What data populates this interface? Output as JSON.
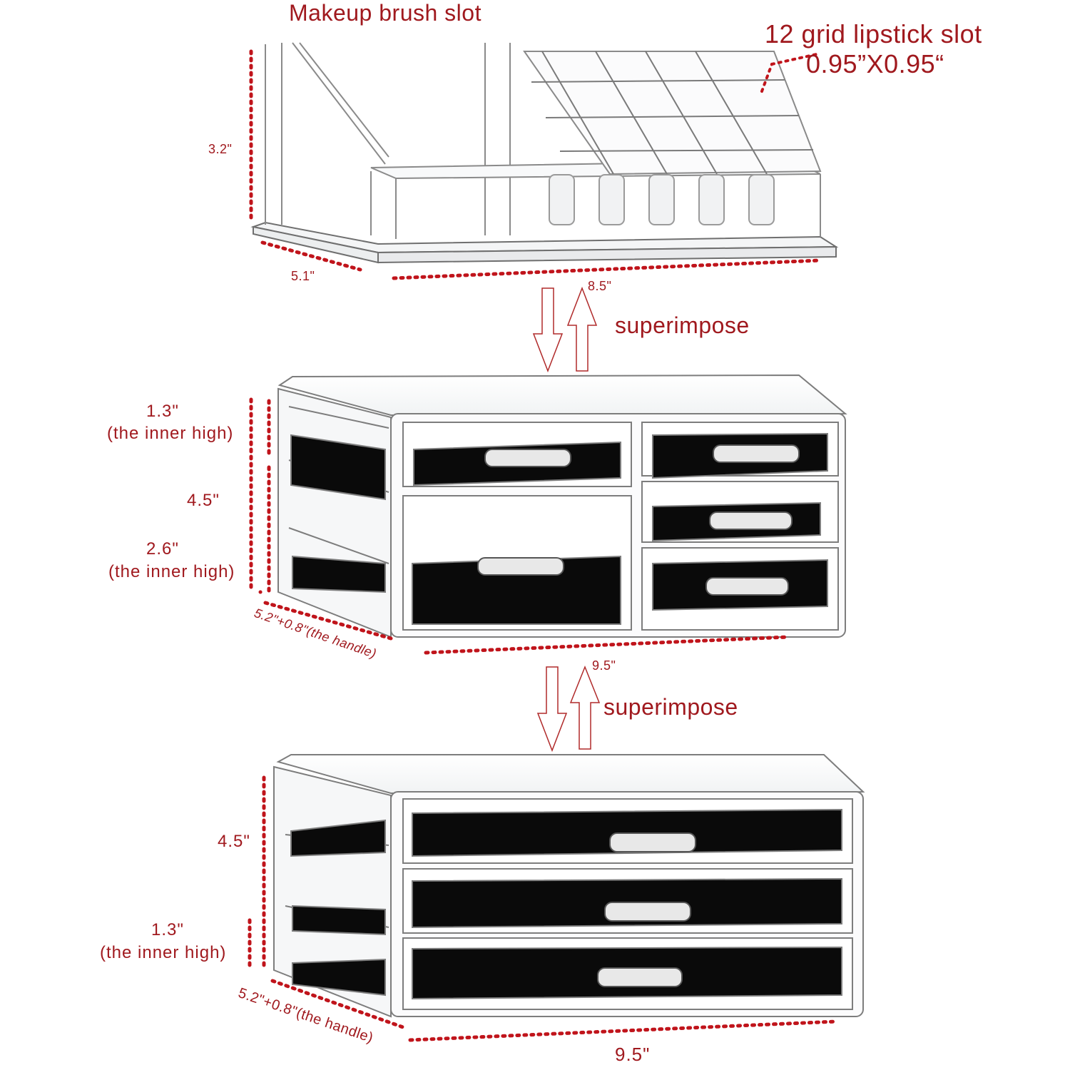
{
  "labels": {
    "brush_slot": "Makeup brush slot",
    "lipstick_slot": "12 grid lipstick slot",
    "lipstick_size": "0.95”X0.95“",
    "top_height": "3.2\"",
    "top_depth": "5.1\"",
    "top_width": "8.5\"",
    "superimpose_1": "superimpose",
    "superimpose_2": "superimpose",
    "mid_inner_high_small_value": "1.3\"",
    "mid_inner_high_small_note": "(the inner high)",
    "mid_height": "4.5\"",
    "mid_inner_high_large_value": "2.6\"",
    "mid_inner_high_large_note": "(the inner high)",
    "mid_depth": "5.2\"+0.8\"(the handle)",
    "mid_width": "9.5\"",
    "bot_height": "4.5\"",
    "bot_inner_high_value": "1.3\"",
    "bot_inner_high_note": "(the inner high)",
    "bot_depth": "5.2\"+0.8\"(the handle)",
    "bot_width": "9.5\""
  },
  "colors": {
    "annotation_red": "#a0191e",
    "dotted_red": "#c0141b",
    "acrylic_edge": "#8a8a8a",
    "liner_black": "#0a0a0a"
  }
}
